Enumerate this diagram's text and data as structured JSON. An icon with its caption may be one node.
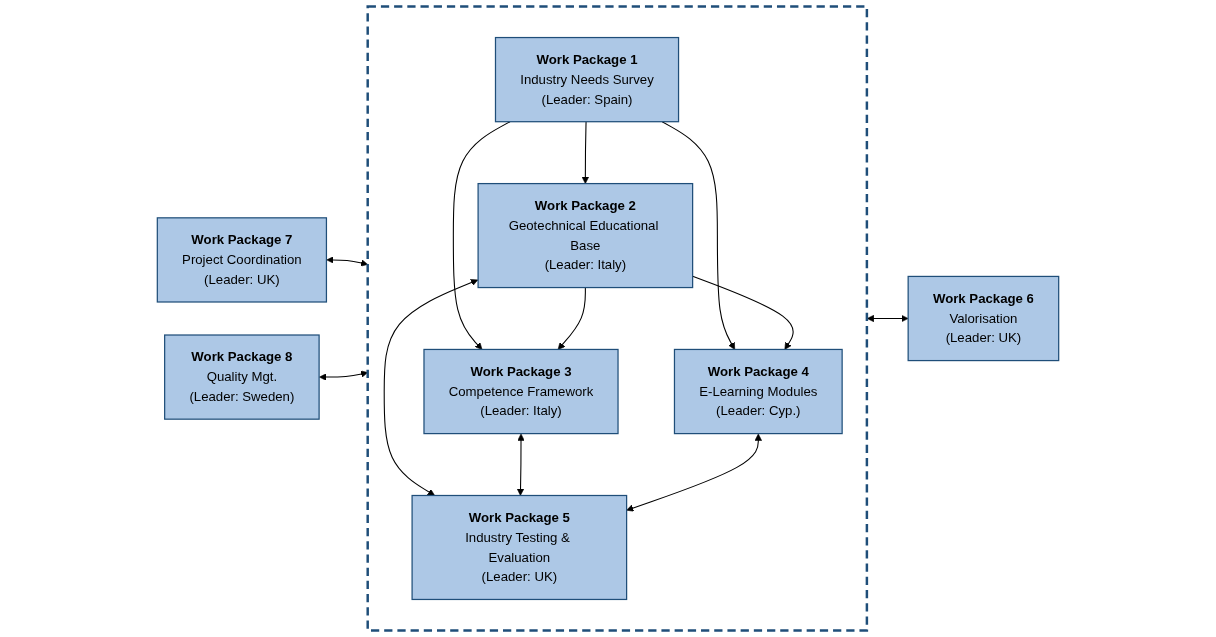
{
  "diagram": {
    "nodes": [
      {
        "text": [
          "Work Package 7",
          "Project Coordination",
          "(Leader: UK)"
        ]
      },
      {
        "text": [
          "Work Package 8",
          "Quality Mgt.",
          "(Leader: Sweden)"
        ]
      },
      {
        "text": [],
        "shape": "box"
      },
      {
        "text": [
          "Work Package 1",
          "Industry Needs Survey",
          "(Leader: Spain)"
        ],
        "in": 2
      },
      {
        "text": [
          "Work Package 2",
          "Geotechnical Educational Base",
          "(Leader: Italy)"
        ],
        "in": 2
      },
      {
        "text": [
          "Work Package 3",
          "Competence Framework",
          "(Leader: Italy)"
        ],
        "in": 2
      },
      {
        "text": [
          "Work Package 4",
          "E-Learning Modules",
          "(Leader: Cyp.)"
        ],
        "in": 2
      },
      {
        "text": [
          "Work Package 5",
          "Industry Testing & Evaluation",
          "(Leader: UK)"
        ],
        "in": 2
      },
      {
        "text": [
          "Work Package 6",
          "Valorisation",
          "(Leader: UK)"
        ]
      }
    ],
    "edges": [
      {
        "from": 0,
        "to": 2,
        "arrow": "both"
      },
      {
        "from": 1,
        "to": 2,
        "arrow": "both"
      },
      {
        "from": 2,
        "to": 8,
        "arrow": "both"
      },
      {
        "from": 3,
        "to": 4,
        "arrow": "to"
      },
      {
        "from": 3,
        "to": 5,
        "arrow": "to"
      },
      {
        "from": 3,
        "to": 6,
        "arrow": "to"
      },
      {
        "from": 4,
        "to": 5,
        "arrow": "to"
      },
      {
        "from": 4,
        "to": 6,
        "arrow": "to"
      },
      {
        "from": 4,
        "to": 7,
        "arrow": "both"
      },
      {
        "from": 5,
        "to": 7,
        "arrow": "both"
      },
      {
        "from": 6,
        "to": 7,
        "arrow": "both"
      }
    ]
  }
}
